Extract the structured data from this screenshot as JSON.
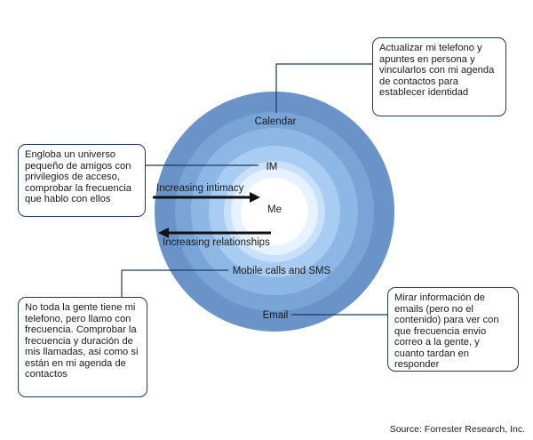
{
  "rings": {
    "calendar": "Calendar",
    "im": "IM",
    "me": "Me",
    "mobile": "Mobile calls and SMS",
    "email": "Email"
  },
  "arrows": {
    "intimacy": "Increasing intimacy",
    "relationships": "Increasing relationships"
  },
  "notes": {
    "calendar": "Actualizar mi telefono y apuntes en persona y vincularlos con mi agenda de contactos para establecer identidad",
    "im": "Engloba un universo pequeño de amigos con privilegios de acceso, comprobar la frecuencia que hablo con ellos",
    "mobile": "No toda la gente tiene mi telefono, pero llamo con frecuencia. Comprobar la frecuencia y duración de mis llamadas, asi como si están en mi agenda de contactos",
    "email": "Mirar información de emails (pero no el contenido) para ver con que frecuencia envio correo a la gente, y cuanto tardan en responder"
  },
  "source": "Source: Forrester Research, Inc.",
  "colors": {
    "ring_outer": "#6a94c7",
    "ring_2": "#78a4d6",
    "ring_3": "#8db8e6",
    "ring_4": "#a8ccf2",
    "ring_5": "#c8e0fa",
    "ring_6": "#e6f2ff",
    "center": "#ffffff",
    "connector": "#1f3a5c",
    "box_border": "#1f3a5c"
  }
}
